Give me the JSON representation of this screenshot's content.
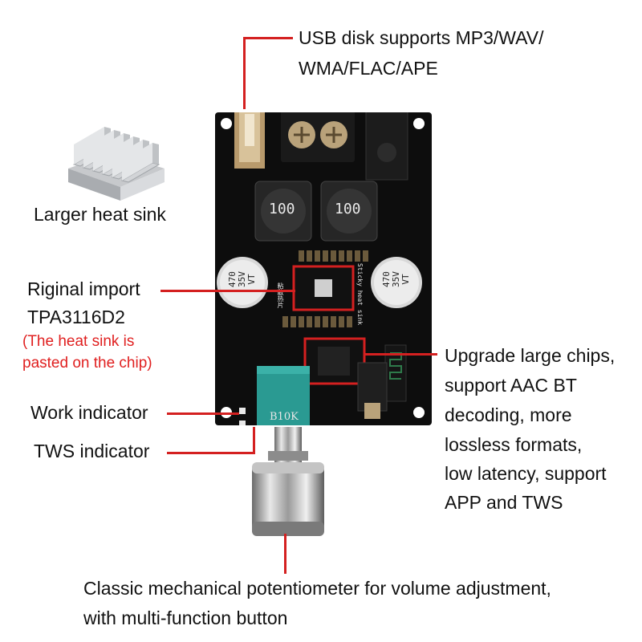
{
  "callouts": {
    "usb": [
      "USB disk supports MP3/WAV/",
      "WMA/FLAC/APE"
    ],
    "heat_sink": "Larger heat sink",
    "chip": [
      "Riginal import",
      "TPA3116D2"
    ],
    "chip_note": [
      "(The heat sink is",
      "pasted on the chip)"
    ],
    "work_indicator": "Work indicator",
    "tws_indicator": "TWS indicator",
    "bt_chip": [
      "Upgrade large chips,",
      "support AAC BT",
      "decoding, more",
      "lossless formats,",
      "low latency, support",
      "APP and TWS"
    ],
    "potentiometer": [
      "Classic mechanical potentiometer for volume adjustment,",
      "with multi-function button"
    ]
  },
  "board_markings": {
    "inductor_left": "100",
    "inductor_right": "100",
    "cap_left": [
      "470",
      "35V",
      "VT"
    ],
    "cap_right": [
      "470",
      "35V",
      "VT"
    ],
    "sticker_cn": "粘散热片",
    "sticker_en": "Sticky heat sink",
    "pot_value": "B10K"
  },
  "colors": {
    "accent": "#d42020",
    "note": "#e02020",
    "pcb": "#0d0d0d",
    "pot": "#2a9a92"
  }
}
